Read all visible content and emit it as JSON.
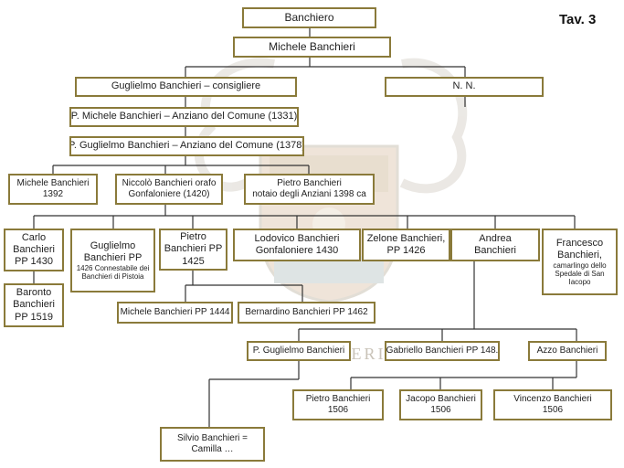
{
  "page_label": "Tav. 3",
  "watermark_text": "BANCHIERI",
  "colors": {
    "box_border": "#8a7a3a",
    "line": "#333333",
    "watermark": "#d8d4cc"
  },
  "nodes": {
    "banchiero": [
      "Banchiero"
    ],
    "michele": [
      "Michele Banchieri"
    ],
    "guglielmo_cons": [
      "Guglielmo Banchieri – consigliere"
    ],
    "nn": [
      "N. N."
    ],
    "p_michele": [
      "P. Michele Banchieri – Anziano del Comune (1331)"
    ],
    "p_guglielmo_1378": [
      "P. Guglielmo Banchieri – Anziano del Comune (1378)"
    ],
    "michele_1392": [
      "Michele Banchieri",
      "1392"
    ],
    "niccolo": [
      "Niccolò Banchieri orafo",
      "Gonfaloniere (1420)"
    ],
    "pietro_notaio": [
      "Pietro Banchieri",
      "notaio degli Anziani 1398 ca"
    ],
    "carlo": [
      "Carlo",
      "Banchieri",
      "PP 1430"
    ],
    "guglielmo_pp": [
      "Guglielmo",
      "Banchieri PP"
    ],
    "guglielmo_pp_note": "1426 Connestabile dei Banchieri di Pistoia",
    "pietro_pp": [
      "Pietro",
      "Banchieri PP",
      "1425"
    ],
    "lodovico": [
      "Lodovico Banchieri",
      "Gonfaloniere 1430"
    ],
    "zelone": [
      "Zelone Banchieri,",
      "PP 1426"
    ],
    "andrea": [
      "Andrea",
      "Banchieri"
    ],
    "francesco": [
      "Francesco",
      "Banchieri,"
    ],
    "francesco_note": "camarlingo dello Spedale di San Iacopo",
    "baronto": [
      "Baronto",
      "Banchieri",
      "PP 1519"
    ],
    "michele_1444": [
      "Michele Banchieri PP 1444"
    ],
    "bernardino": [
      "Bernardino Banchieri PP 1462"
    ],
    "p_guglielmo": [
      "P. Guglielmo Banchieri"
    ],
    "gabriello": [
      "Gabriello Banchieri PP 148."
    ],
    "azzo": [
      "Azzo Banchieri"
    ],
    "pietro_1506": [
      "Pietro Banchieri",
      "1506"
    ],
    "jacopo_1506": [
      "Jacopo Banchieri",
      "1506"
    ],
    "vincenzo_1506": [
      "Vincenzo Banchieri",
      "1506"
    ],
    "silvio": [
      "Silvio Banchieri =",
      "Camilla …"
    ]
  }
}
